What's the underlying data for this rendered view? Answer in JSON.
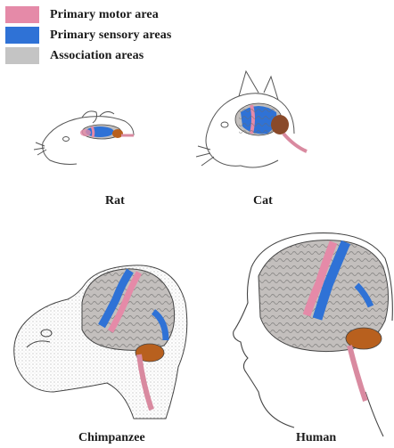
{
  "legend": {
    "items": [
      {
        "label": "Primary motor area",
        "color": "#e58aa8"
      },
      {
        "label": "Primary sensory areas",
        "color": "#2f72d6"
      },
      {
        "label": "Association areas",
        "color": "#bcbcbc"
      }
    ]
  },
  "animals": [
    {
      "id": "rat",
      "label": "Rat"
    },
    {
      "id": "cat",
      "label": "Cat"
    },
    {
      "id": "chimpanzee",
      "label": "Chimpanzee"
    },
    {
      "id": "human",
      "label": "Human"
    }
  ],
  "colors": {
    "motor": "#e58aa8",
    "sensory": "#2f72d6",
    "association": "#c3bfbd",
    "cerebellum": "#b8601e",
    "brainstem": "#d98aa0",
    "outline": "#4a4a4a"
  }
}
